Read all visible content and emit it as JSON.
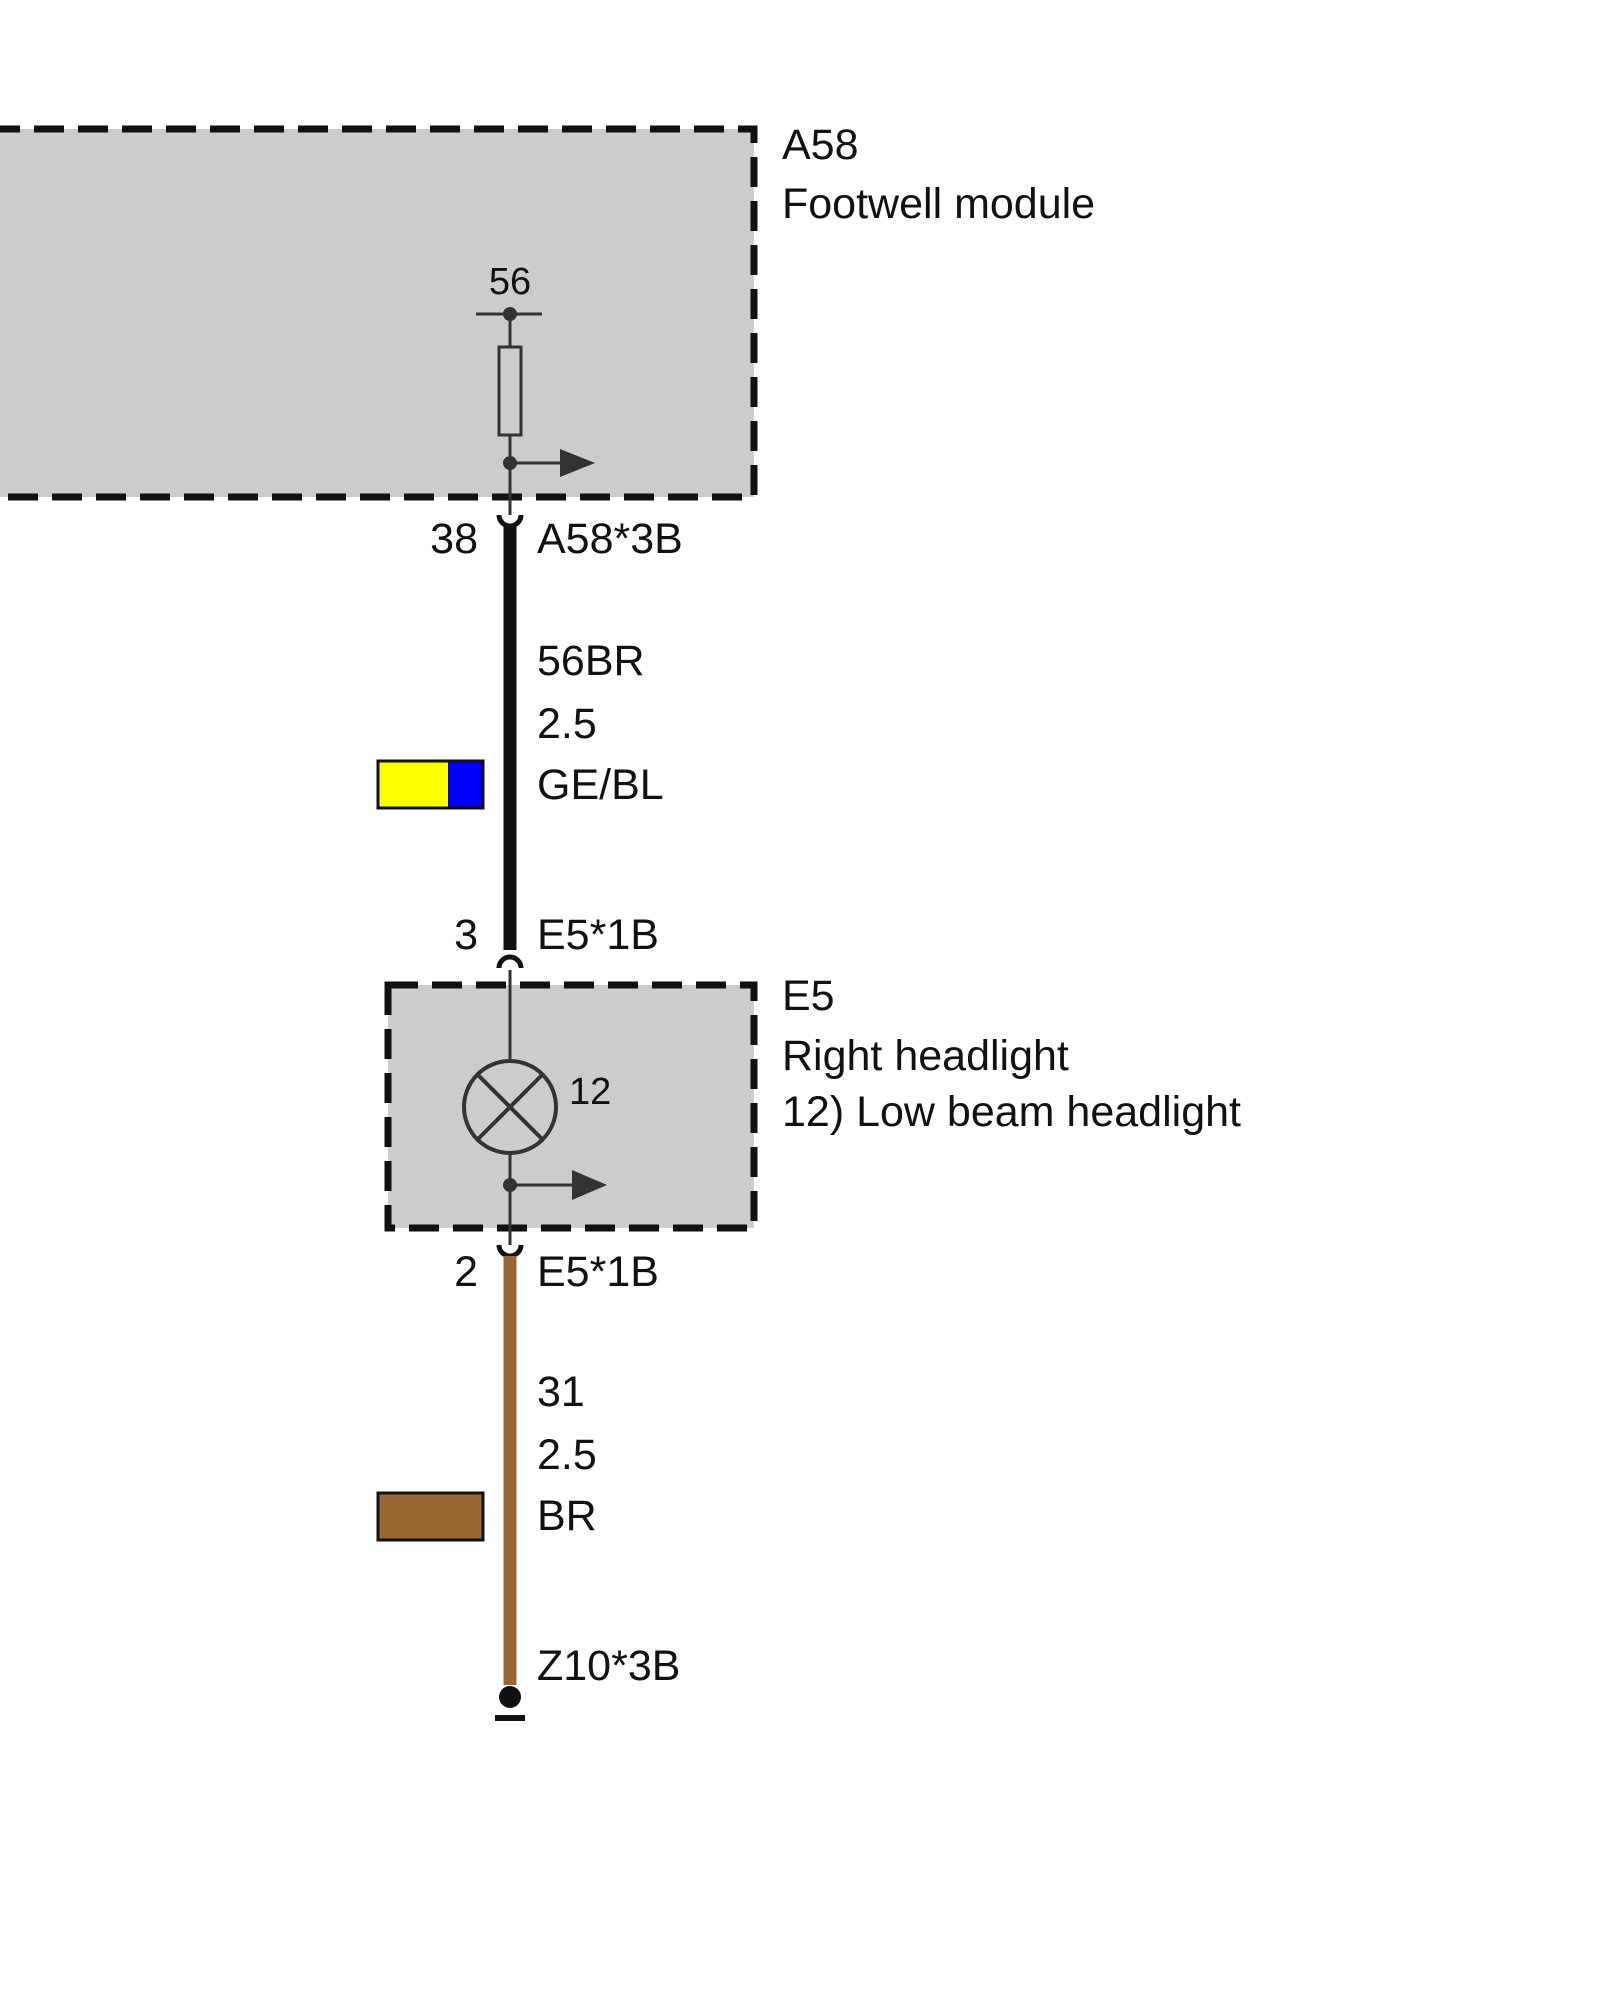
{
  "modules": {
    "footwell": {
      "id": "A58",
      "name": "Footwell module",
      "pin": "56"
    },
    "headlight": {
      "id": "E5",
      "name": "Right headlight",
      "note": "12)  Low beam headlight",
      "lamp_ref": "12"
    }
  },
  "connectors": {
    "top": {
      "pin": "38",
      "name": "A58*3B"
    },
    "mid": {
      "pin": "3",
      "name": "E5*1B"
    },
    "bottom": {
      "pin": "2",
      "name": "E5*1B"
    },
    "ground": {
      "name": "Z10*3B"
    }
  },
  "wires": {
    "upper": {
      "signal": "56BR",
      "gauge": "2.5",
      "color_code": "GE/BL",
      "colors": [
        "#ffff00",
        "#0000ff"
      ]
    },
    "lower": {
      "signal": "31",
      "gauge": "2.5",
      "color_code": "BR",
      "colors": [
        "#9a6633"
      ]
    }
  },
  "style": {
    "module_fill": "#cccccc",
    "upper_wire_color": "#111111",
    "lower_wire_color": "#9a6633"
  }
}
